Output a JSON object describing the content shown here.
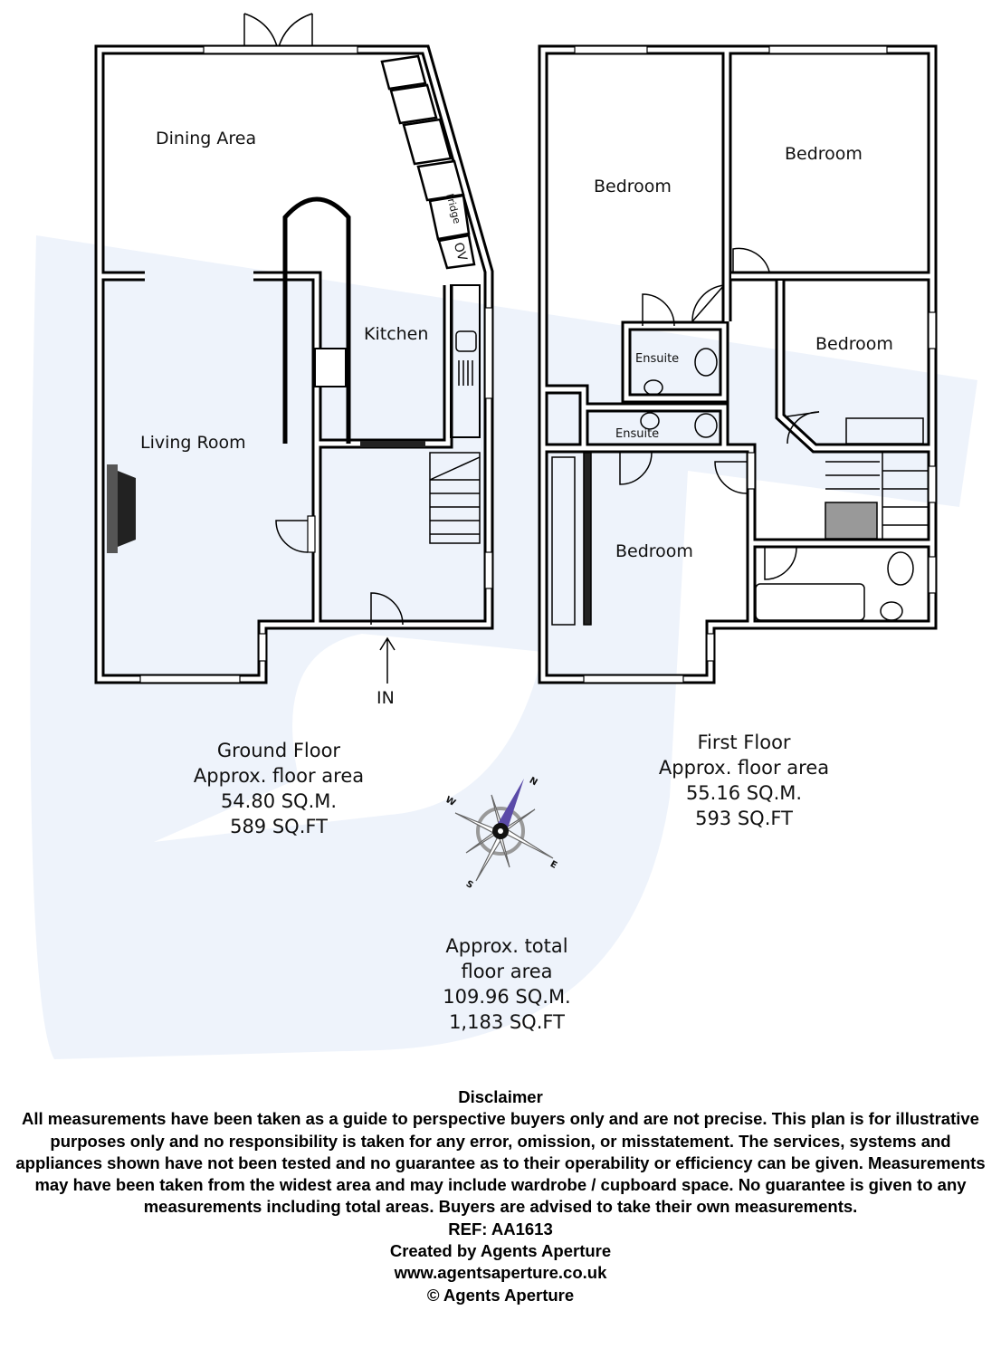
{
  "ground_floor": {
    "rooms": {
      "dining": "Dining Area",
      "kitchen": "Kitchen",
      "living": "Living Room"
    },
    "appliances": {
      "fridge": "Fridge",
      "oven": "OV"
    },
    "entrance": "IN",
    "title": "Ground Floor",
    "area_label": "Approx. floor area",
    "sqm": "54.80 SQ.M.",
    "sqft": "589 SQ.FT"
  },
  "first_floor": {
    "rooms": {
      "bedroom1": "Bedroom",
      "bedroom2": "Bedroom",
      "bedroom3": "Bedroom",
      "bedroom4": "Bedroom",
      "ensuite1": "Ensuite",
      "ensuite2": "Ensuite"
    },
    "title": "First Floor",
    "area_label": "Approx. floor area",
    "sqm": "55.16 SQ.M.",
    "sqft": "593 SQ.FT"
  },
  "total": {
    "line1": "Approx. total",
    "line2": "floor area",
    "sqm": "109.96 SQ.M.",
    "sqft": "1,183 SQ.FT"
  },
  "compass": {
    "n": "N",
    "e": "E",
    "s": "S",
    "w": "W",
    "needle_color": "#5a4aa8"
  },
  "disclaimer": {
    "heading": "Disclaimer",
    "body": "All measurements have been taken as a guide to perspective buyers only and are not precise. This plan is for illustrative purposes only and no responsibility is taken for any error, omission, or misstatement. The services, systems and appliances shown have not been tested and no guarantee as to their operability or efficiency can be given. Measurements may have been taken from the widest area and may include wardrobe / cupboard space. No guarantee is given to any measurements including total areas. Buyers are advised to take their own measurements.",
    "ref": "REF: AA1613",
    "created": "Created by Agents Aperture",
    "url": "www.agentsaperture.co.uk",
    "copyright": "© Agents Aperture"
  },
  "colors": {
    "watermark": "#eef3fb",
    "wall": "#000000"
  }
}
